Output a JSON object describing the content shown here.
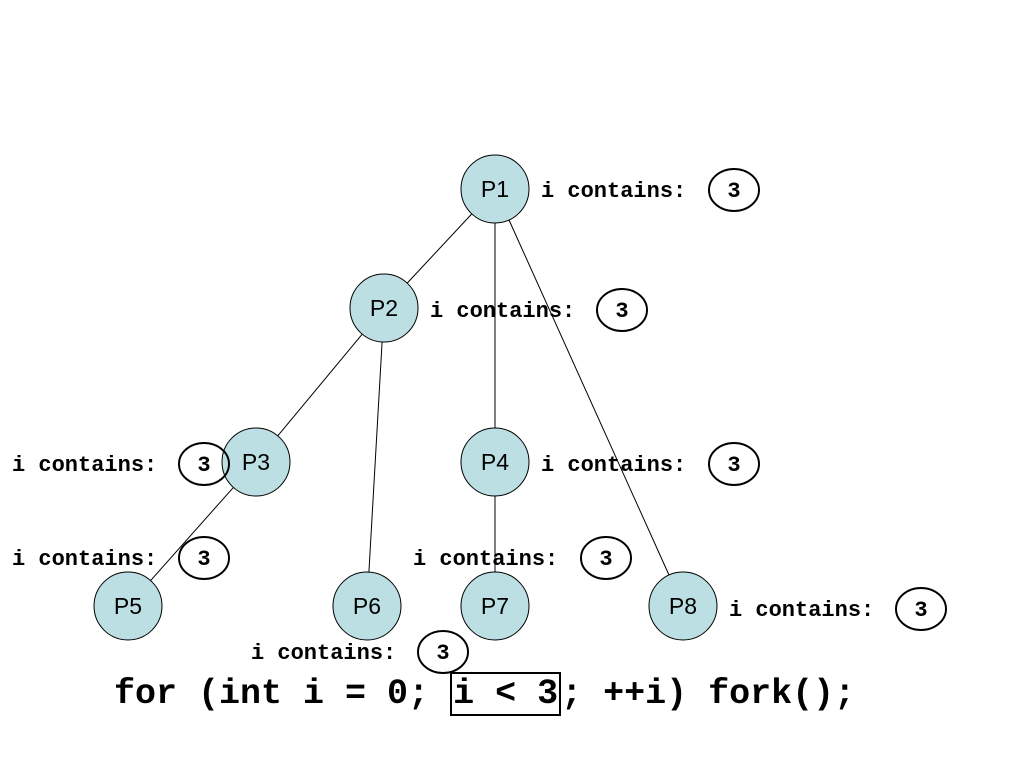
{
  "diagram": {
    "nodes": [
      {
        "id": "P1",
        "label": "P1",
        "i_label": "i contains:",
        "i_value": "3"
      },
      {
        "id": "P2",
        "label": "P2",
        "i_label": "i contains:",
        "i_value": "3"
      },
      {
        "id": "P3",
        "label": "P3",
        "i_label": "i contains:",
        "i_value": "3"
      },
      {
        "id": "P4",
        "label": "P4",
        "i_label": "i contains:",
        "i_value": "3"
      },
      {
        "id": "P5",
        "label": "P5",
        "i_label": "i contains:",
        "i_value": "3"
      },
      {
        "id": "P6",
        "label": "P6",
        "i_label": "i contains:",
        "i_value": "3"
      },
      {
        "id": "P7",
        "label": "P7",
        "i_label": "i contains:",
        "i_value": "3"
      },
      {
        "id": "P8",
        "label": "P8",
        "i_label": "i contains:",
        "i_value": "3"
      }
    ],
    "edges": [
      {
        "from": "P1",
        "to": "P2"
      },
      {
        "from": "P1",
        "to": "P4"
      },
      {
        "from": "P1",
        "to": "P8"
      },
      {
        "from": "P2",
        "to": "P3"
      },
      {
        "from": "P2",
        "to": "P6"
      },
      {
        "from": "P3",
        "to": "P5"
      },
      {
        "from": "P4",
        "to": "P7"
      }
    ]
  },
  "code": {
    "prefix": "for (int i = 0; ",
    "condition": "i < 3",
    "suffix": "; ++i) fork();"
  },
  "colors": {
    "node_fill": "#bbdfe3",
    "stroke": "#000000"
  }
}
